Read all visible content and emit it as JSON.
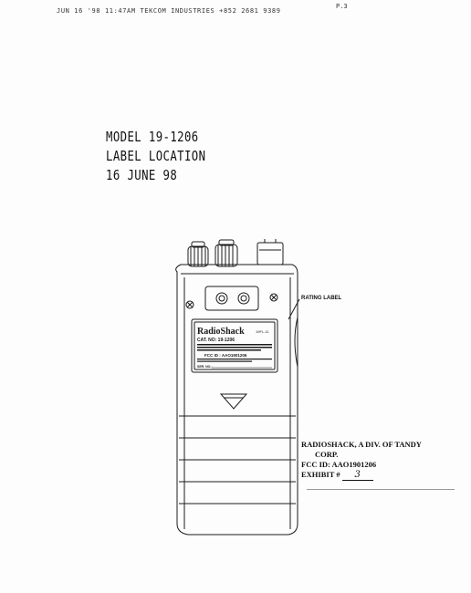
{
  "fax_header": {
    "line": "JUN 16 '98  11:47AM TEKCOM INDUSTRIES +852 2681 9389",
    "page": "P.3"
  },
  "title": {
    "line1": "MODEL 19-1206",
    "line2": "LABEL LOCATION",
    "line3": "16 JUNE 98"
  },
  "callout": "RATING LABEL",
  "label": {
    "brand": "RadioShack",
    "model_code": "19FL-11",
    "cat_no": "CAT. NO: 19-1206",
    "fcc_id": "FCC ID : AAO1901206",
    "serial": "SER. NO.:"
  },
  "stamp": {
    "line1": "RADIOSHACK, A DIV. OF TANDY",
    "line2": "CORP.",
    "line3": "FCC ID: AAO1901206",
    "exhibit_label": "EXHIBIT #",
    "exhibit_number": "3"
  }
}
